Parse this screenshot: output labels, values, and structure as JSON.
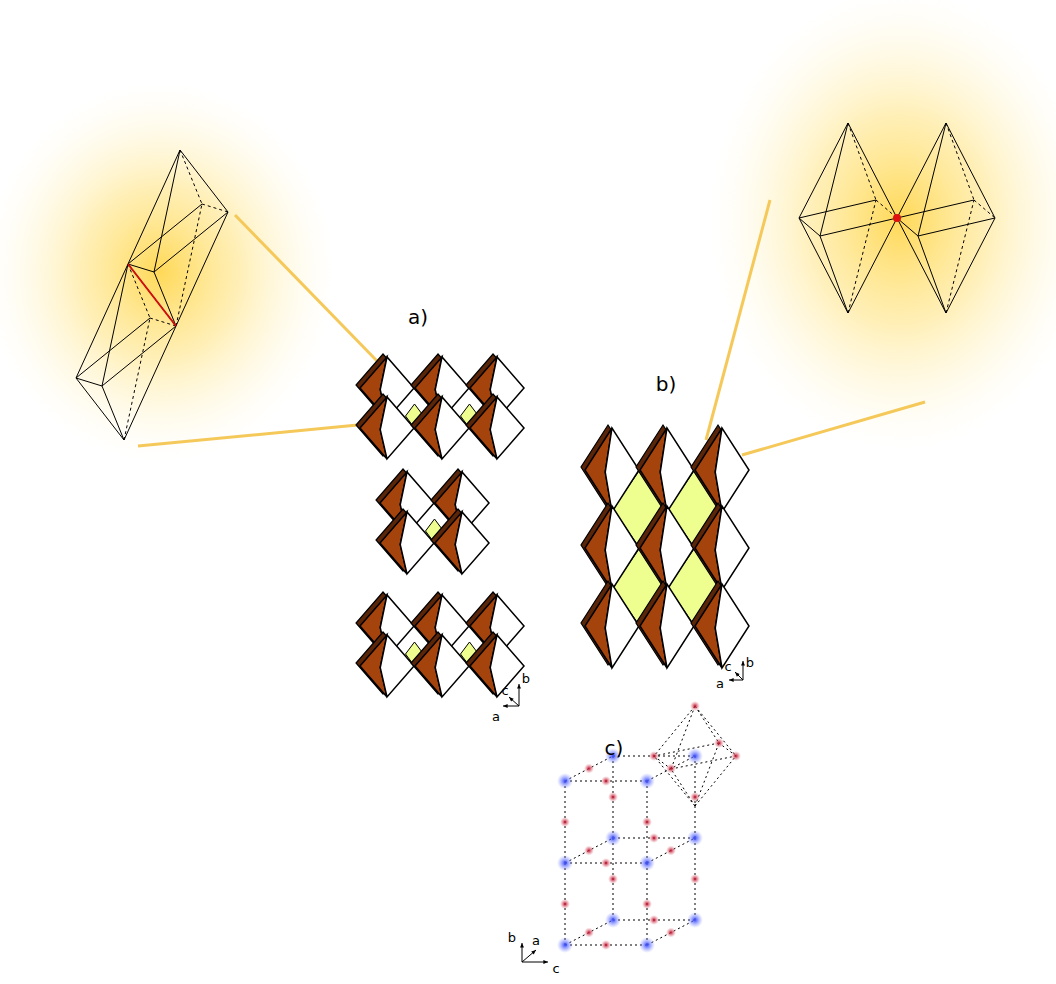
{
  "diagram": {
    "labels": [
      "a)",
      "b)",
      "c)",
      "c",
      "b",
      "a",
      "b",
      "c",
      "a",
      "b",
      "a",
      "c"
    ]
  }
}
